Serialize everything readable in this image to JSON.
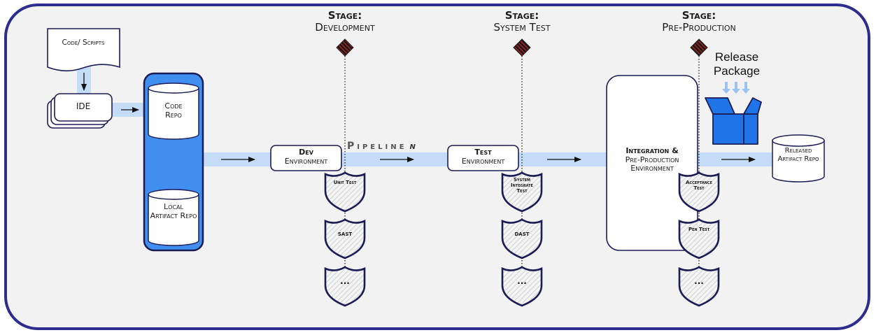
{
  "source": {
    "code_scripts": "Code/ Scripts",
    "ide": "IDE"
  },
  "repos": {
    "code_repo": "Code Repo",
    "local_artifact_repo": "Local Artifact Repo",
    "released_artifact_repo": "Released Artifact Repo"
  },
  "stages": [
    {
      "prefix": "Stage:",
      "name": "Development"
    },
    {
      "prefix": "Stage:",
      "name": "System Test"
    },
    {
      "prefix": "Stage:",
      "name": "Pre-Production"
    }
  ],
  "environments": {
    "dev": {
      "title": "Dev",
      "subtitle": "Environment"
    },
    "test": {
      "title": "Test",
      "subtitle": "Environment"
    },
    "integration": {
      "title": "Integration &",
      "subtitle": "Pre-Production Environment"
    }
  },
  "pipeline": {
    "label": "Pipeline",
    "suffix": "n"
  },
  "release_package": "Release Package",
  "gates": {
    "dev": [
      "Unit Test",
      "SAST",
      "..."
    ],
    "test": [
      "System Integrate Test",
      "DAST",
      "..."
    ],
    "preprod": [
      "Acceptance Test",
      "Pen Test",
      "..."
    ]
  },
  "colors": {
    "frame_border": "#2e2d8e",
    "frame_fill": "#f2f2f2",
    "flow_band": "#c5dcf6",
    "repo_column": "#3f8ef0",
    "package_box": "#1f75e8",
    "stage_marker": "#c81e1e"
  },
  "icons": [
    "stage-marker-icon",
    "shield-icon",
    "release-package-icon",
    "arrow-down-icon"
  ]
}
